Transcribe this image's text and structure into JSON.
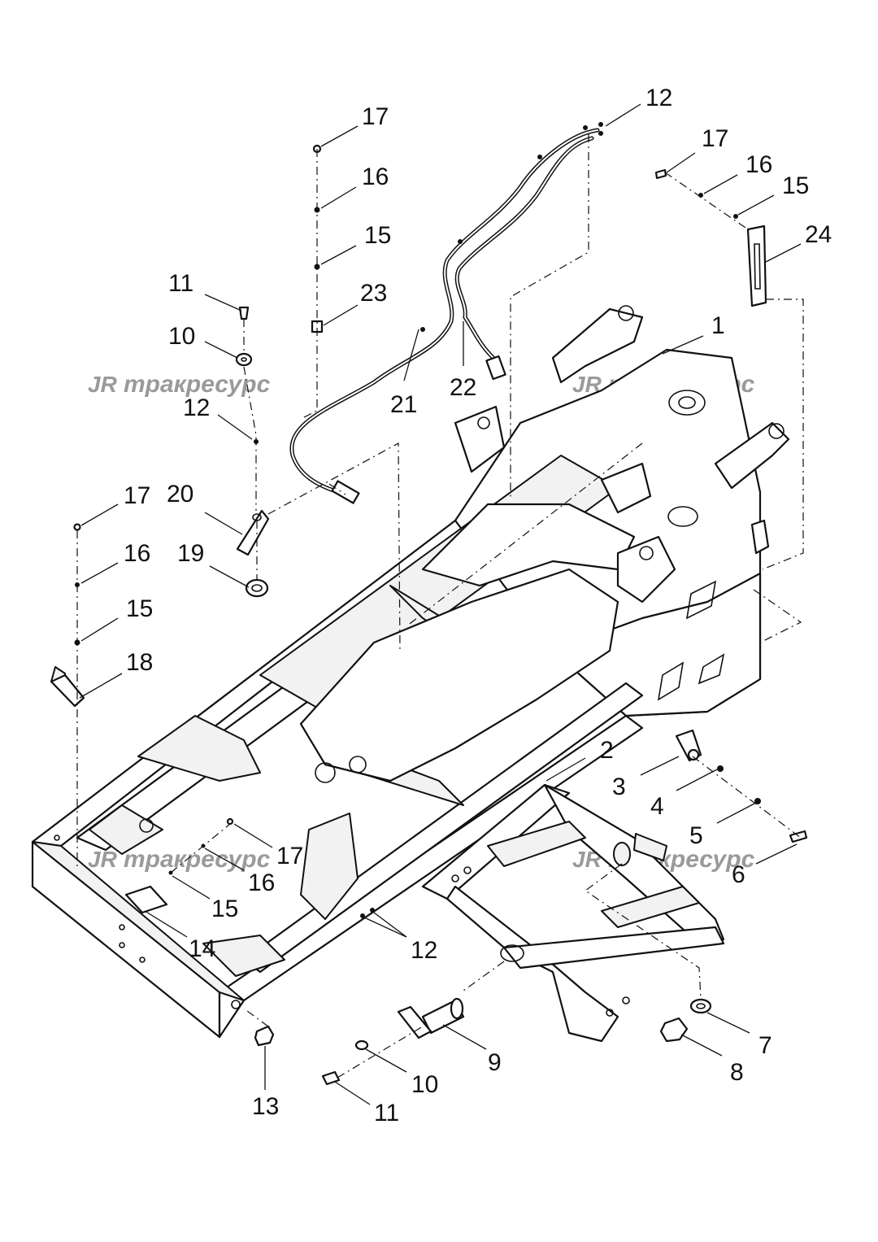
{
  "watermark": {
    "logo": "JR",
    "text": "тракресурс"
  },
  "callouts": [
    {
      "id": "c-12-top",
      "text": "12"
    },
    {
      "id": "c-17-a",
      "text": "17"
    },
    {
      "id": "c-16-a",
      "text": "16"
    },
    {
      "id": "c-15-a",
      "text": "15"
    },
    {
      "id": "c-23",
      "text": "23"
    },
    {
      "id": "c-17-b",
      "text": "17"
    },
    {
      "id": "c-16-b",
      "text": "16"
    },
    {
      "id": "c-15-b",
      "text": "15"
    },
    {
      "id": "c-24",
      "text": "24"
    },
    {
      "id": "c-1",
      "text": "1"
    },
    {
      "id": "c-11-a",
      "text": "11"
    },
    {
      "id": "c-10-a",
      "text": "10"
    },
    {
      "id": "c-12-a",
      "text": "12"
    },
    {
      "id": "c-21",
      "text": "21"
    },
    {
      "id": "c-22",
      "text": "22"
    },
    {
      "id": "c-17-c",
      "text": "17"
    },
    {
      "id": "c-20",
      "text": "20"
    },
    {
      "id": "c-16-c",
      "text": "16"
    },
    {
      "id": "c-19",
      "text": "19"
    },
    {
      "id": "c-15-c",
      "text": "15"
    },
    {
      "id": "c-18",
      "text": "18"
    },
    {
      "id": "c-2",
      "text": "2"
    },
    {
      "id": "c-3",
      "text": "3"
    },
    {
      "id": "c-4",
      "text": "4"
    },
    {
      "id": "c-5",
      "text": "5"
    },
    {
      "id": "c-6",
      "text": "6"
    },
    {
      "id": "c-17-d",
      "text": "17"
    },
    {
      "id": "c-16-d",
      "text": "16"
    },
    {
      "id": "c-15-d",
      "text": "15"
    },
    {
      "id": "c-14",
      "text": "14"
    },
    {
      "id": "c-12-b",
      "text": "12"
    },
    {
      "id": "c-7",
      "text": "7"
    },
    {
      "id": "c-8",
      "text": "8"
    },
    {
      "id": "c-9",
      "text": "9"
    },
    {
      "id": "c-10-b",
      "text": "10"
    },
    {
      "id": "c-11-b",
      "text": "11"
    },
    {
      "id": "c-13",
      "text": "13"
    }
  ]
}
